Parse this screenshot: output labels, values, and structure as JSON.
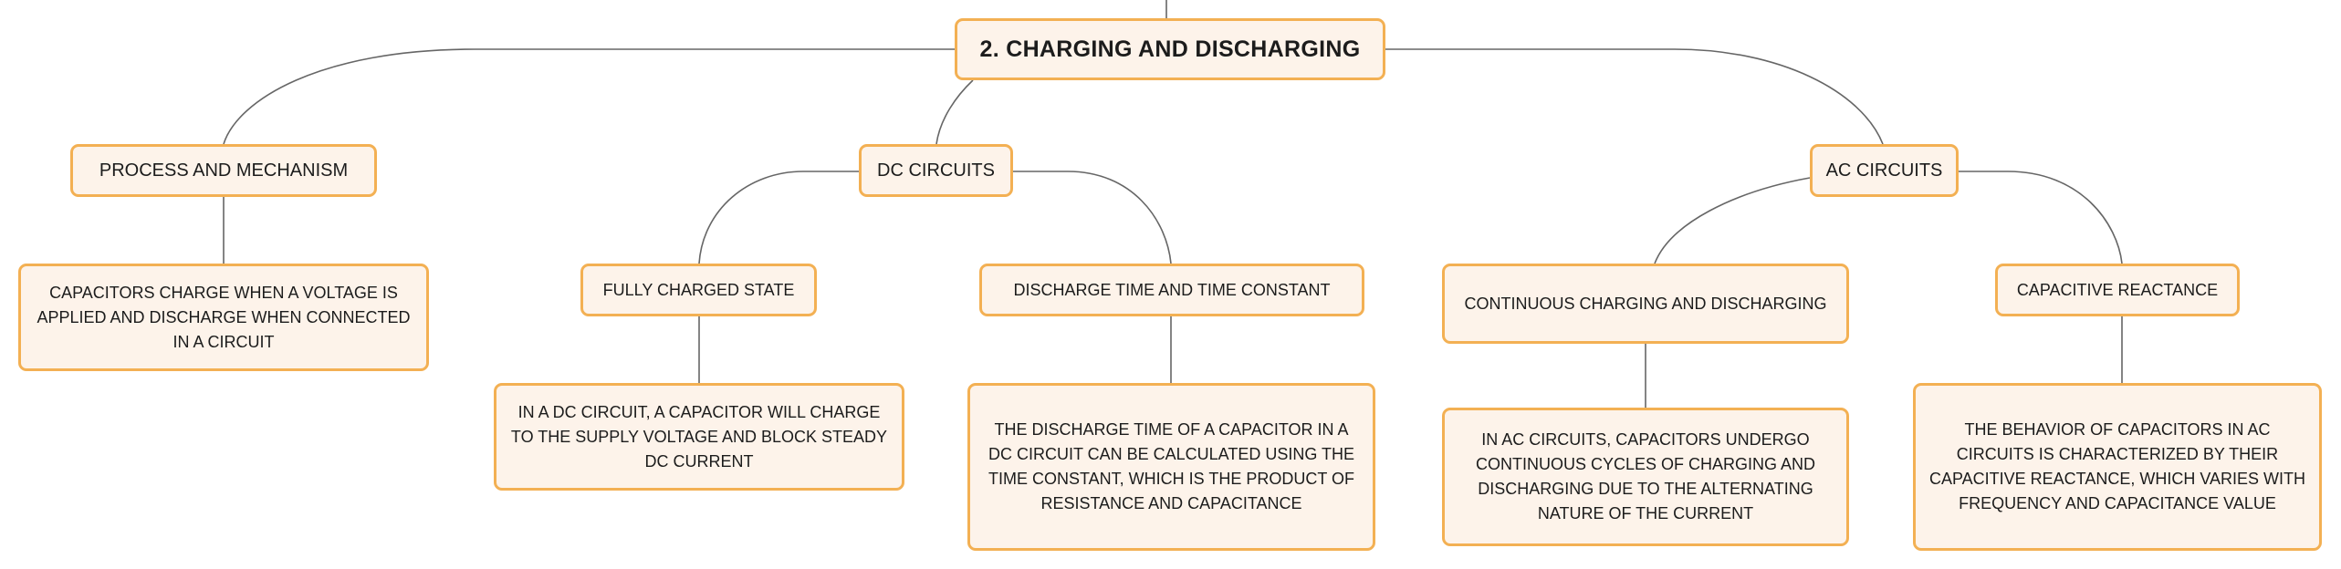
{
  "root": {
    "label": "2. CHARGING AND DISCHARGING"
  },
  "branches": {
    "process": {
      "label": "PROCESS AND MECHANISM",
      "detail": "CAPACITORS CHARGE WHEN A VOLTAGE IS APPLIED AND DISCHARGE WHEN CONNECTED IN A CIRCUIT"
    },
    "dc": {
      "label": "DC CIRCUITS",
      "fully_charged": {
        "label": "FULLY CHARGED STATE",
        "detail": "IN A DC CIRCUIT, A CAPACITOR WILL CHARGE TO THE SUPPLY VOLTAGE AND BLOCK STEADY DC CURRENT"
      },
      "discharge_time": {
        "label": "DISCHARGE TIME AND TIME CONSTANT",
        "detail": "THE DISCHARGE TIME OF A CAPACITOR IN A DC CIRCUIT CAN BE CALCULATED USING THE TIME CONSTANT, WHICH IS THE PRODUCT OF RESISTANCE AND CAPACITANCE"
      }
    },
    "ac": {
      "label": "AC CIRCUITS",
      "continuous": {
        "label": "CONTINUOUS CHARGING AND DISCHARGING",
        "detail": "IN AC CIRCUITS, CAPACITORS UNDERGO CONTINUOUS CYCLES OF CHARGING AND DISCHARGING DUE TO THE ALTERNATING NATURE OF THE CURRENT"
      },
      "reactance": {
        "label": "CAPACITIVE REACTANCE",
        "detail": "THE BEHAVIOR OF CAPACITORS IN AC CIRCUITS IS CHARACTERIZED BY THEIR CAPACITIVE REACTANCE, WHICH VARIES WITH FREQUENCY AND CAPACITANCE VALUE"
      }
    }
  },
  "colors": {
    "node_border": "#f3b053",
    "node_fill": "#fdf3ea",
    "connector": "#666666",
    "text": "#1c1c1c"
  }
}
